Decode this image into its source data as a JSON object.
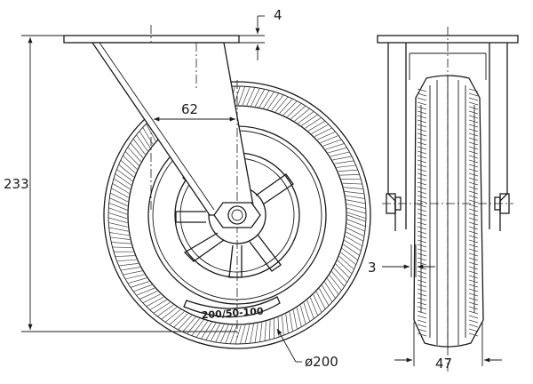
{
  "dimensions": {
    "total_height": "233",
    "plate_thickness": "4",
    "swivel_offset": "62",
    "wheel_diameter": "ø200",
    "tyre_gap": "3",
    "wheel_width": "47"
  },
  "tyre_marking": "200/50-100"
}
